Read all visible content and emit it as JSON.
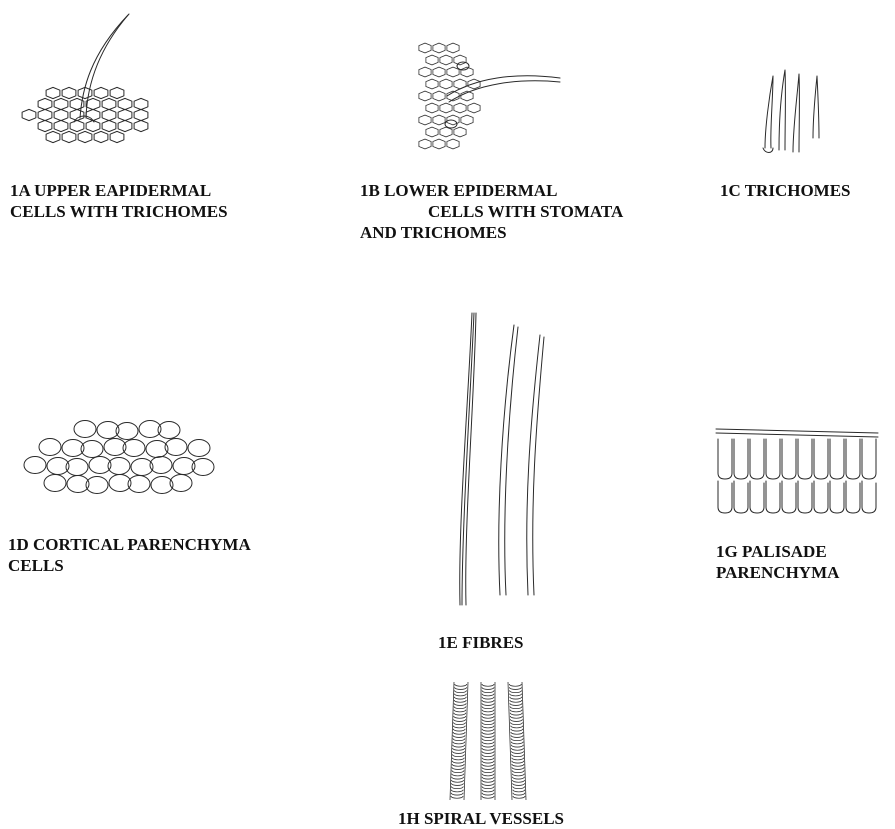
{
  "figures": {
    "fig_1a": {
      "lines": [
        "1A UPPER EAPIDERMAL",
        "CELLS WITH TRICHOMES"
      ]
    },
    "fig_1b": {
      "lines": [
        "1B LOWER EPIDERMAL",
        "CELLS WITH STOMATA",
        "AND TRICHOMES"
      ]
    },
    "fig_1c": {
      "lines": [
        "1C TRICHOMES"
      ]
    },
    "fig_1d": {
      "lines": [
        "1D CORTICAL PARENCHYMA",
        "CELLS"
      ]
    },
    "fig_1e": {
      "lines": [
        "1E FIBRES"
      ]
    },
    "fig_1g": {
      "lines": [
        "1G PALISADE",
        "PARENCHYMA"
      ]
    },
    "fig_1h": {
      "lines": [
        "1H SPIRAL VESSELS"
      ]
    }
  },
  "colors": {
    "ink": "#2a2a2a",
    "text": "#111111",
    "background": "#ffffff"
  }
}
